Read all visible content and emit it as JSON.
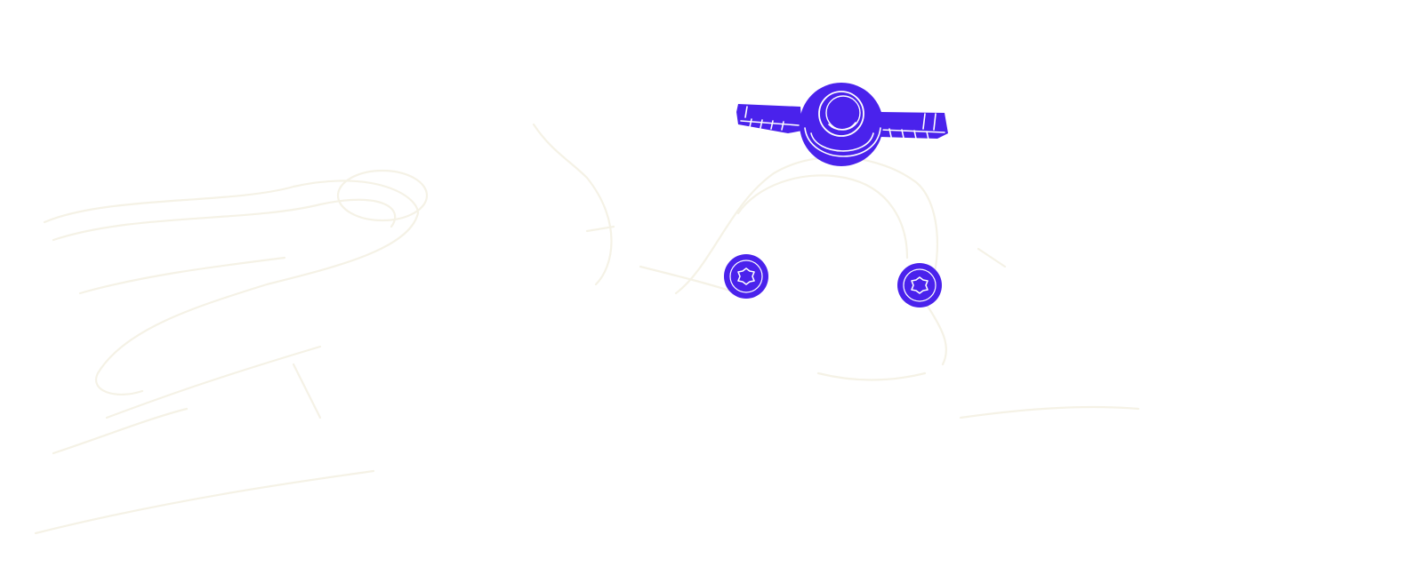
{
  "colors": {
    "background": "#ffffff",
    "highlight": "#4a22ec",
    "highlight_detail": "#ffffff",
    "ghost_outline": "#f5f2e6"
  },
  "parts": {
    "highlighted": [
      "handle-knob",
      "screw-left",
      "screw-right"
    ],
    "ghosted": [
      "hose-clamp",
      "assembly-body"
    ]
  }
}
